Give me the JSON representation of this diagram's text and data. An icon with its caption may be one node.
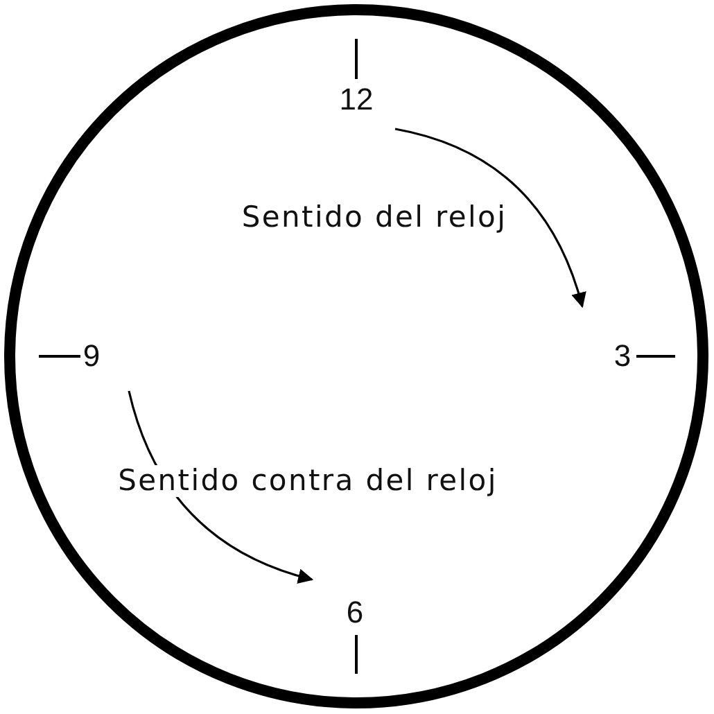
{
  "diagram": {
    "labels": [
      "12",
      "Sentido del reloj",
      "9",
      "3",
      "Sentido contra del reloj",
      "6"
    ]
  }
}
